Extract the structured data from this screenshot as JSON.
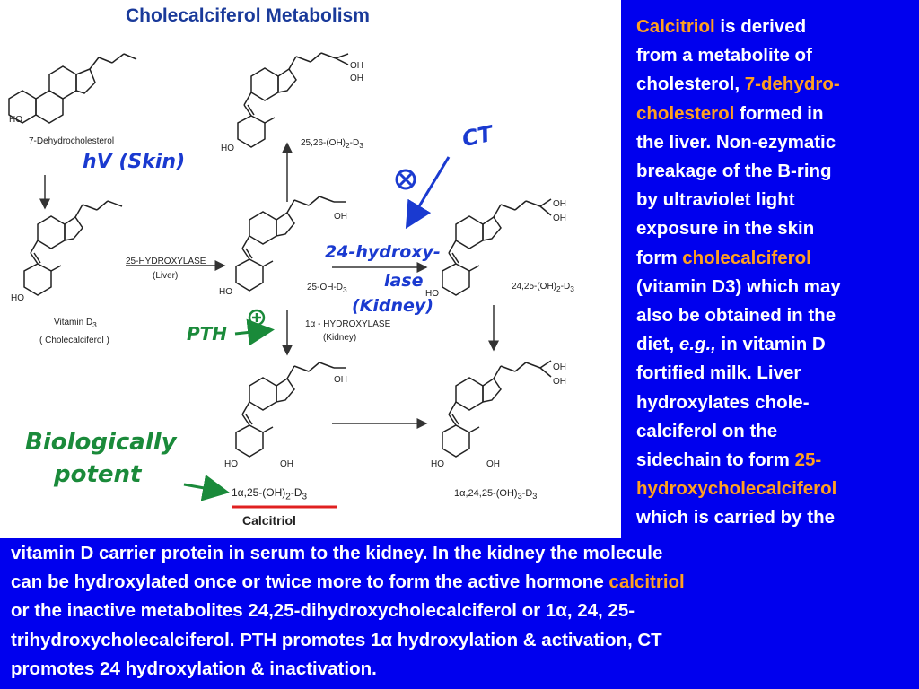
{
  "figure": {
    "title": "Cholecalciferol Metabolism",
    "labels": {
      "dehydro": "7-Dehydrocholesterol",
      "vitd3": "Vitamin D",
      "vitd3_sub": "3",
      "vitd3_paren": "( Cholecalciferol )",
      "hydroxylase25": "25-HYDROXYLASE",
      "liver": "(Liver)",
      "oh25": "25-OH-D",
      "oh25_sub": "3",
      "d2526": "25,26-(OH)",
      "d2526_sub": "2",
      "d2526_tail": "-D",
      "d2526_sub2": "3",
      "d2425": "24,25-(OH)",
      "d2425_sub": "2",
      "d2425_tail": "-D",
      "d2425_sub2": "3",
      "hydroxylase1a": "1α - HYDROXYLASE",
      "kidney": "(Kidney)",
      "d1a25": "1α,25-(OH)",
      "d1a25_sub": "2",
      "d1a25_tail": "-D",
      "d1a25_sub2": "3",
      "d1a2425": "1α,24,25-(OH)",
      "d1a2425_sub": "3",
      "d1a2425_tail": "-D",
      "d1a2425_sub2": "3",
      "calcitriol": "Calcitriol",
      "ho": "HO",
      "oh": "OH"
    },
    "handwritten": {
      "uv": "hV (Skin)",
      "ct": "CT",
      "hydroxylase24_1": "24-hydroxy-",
      "hydroxylase24_2": "lase",
      "hydroxylase24_3": "(Kidney)",
      "pth": "PTH",
      "bio1": "Biologically",
      "bio2": "potent"
    }
  },
  "side_text": {
    "l1a": "Calcitriol",
    "l1b": " is derived",
    "l2": "from a metabolite of",
    "l3a": "cholesterol, ",
    "l3b": "7-dehydro-",
    "l4a": "cholesterol",
    "l4b": " formed in",
    "l5": "the liver.  Non-ezymatic",
    "l6": "breakage of the B-ring",
    "l7": "by ultraviolet light",
    "l8": "exposure in the skin",
    "l9a": "form ",
    "l9b": "cholecalciferol",
    "l10": "(vitamin D3) which may",
    "l11": "also be obtained in the",
    "l12a": "diet, ",
    "l12b": "e.g.,",
    "l12c": " in vitamin D",
    "l13": "fortified milk.  Liver",
    "l14": "hydroxylates chole-",
    "l15": "calciferol on the",
    "l16a": "sidechain to form ",
    "l16b": "25-",
    "l17": "hydroxycholecalciferol",
    "l18": "which is carried by the"
  },
  "bottom_text": {
    "l1": "vitamin D carrier protein in serum to the kidney.  In the kidney the molecule",
    "l2a": "can be hydroxylated once or twice more to form the active hormone ",
    "l2b": "calcitriol",
    "l3": "or the inactive metabolites 24,25-dihydroxycholecalciferol or 1α, 24, 25-",
    "l4": "trihydroxycholecalciferol.  PTH promotes 1α hydroxylation & activation, CT",
    "l5": "promotes 24 hydroxylation & inactivation."
  },
  "colors": {
    "background": "#0000ee",
    "highlight": "#ffa020",
    "title": "#1a3a9a",
    "handwriting_blue": "#1a3ad0",
    "handwriting_green": "#1a8a3a",
    "calcitriol_underline": "#e02020"
  }
}
